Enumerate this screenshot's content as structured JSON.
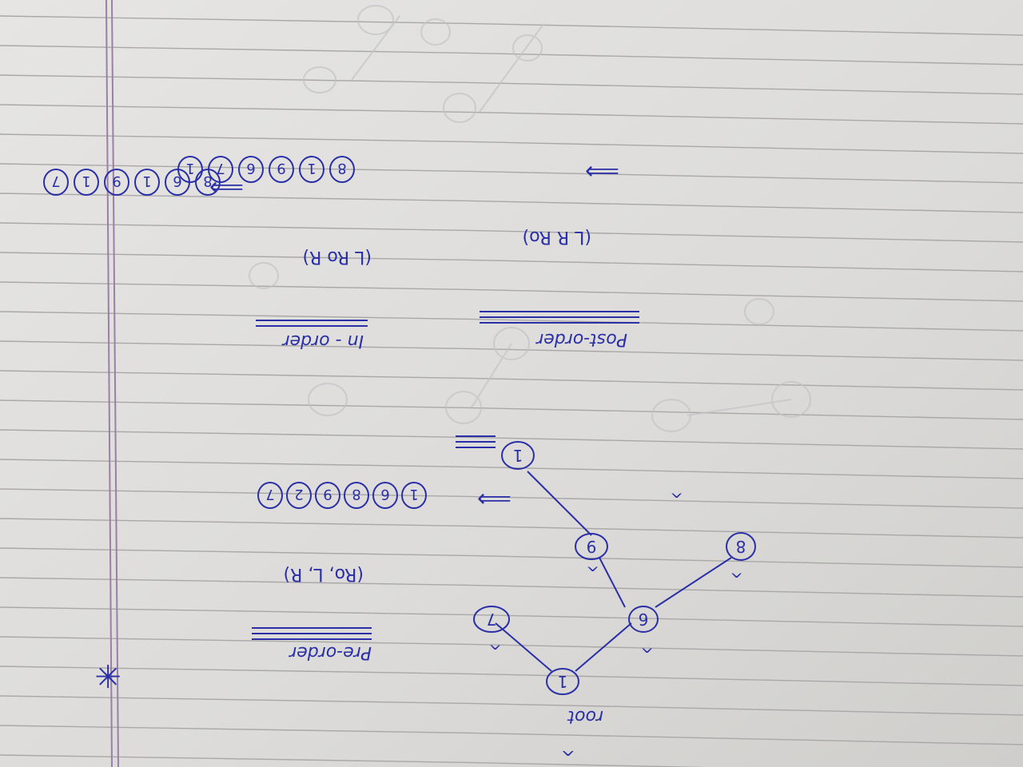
{
  "colors": {
    "paper": "#dedddb",
    "paper_shadow": "#c4c3c0",
    "rule_line": "#a9a8a6",
    "margin_line": "#9a7fa6",
    "ink": "#2a2fa8",
    "ghost_ink": "#bdbcc2"
  },
  "notes": {
    "root_label": "root",
    "star": "✳",
    "preorder": {
      "heading": "Pre-order",
      "rule": "(Ro, L, R)",
      "arrow": "⟹",
      "sequence": [
        "1",
        "6",
        "8",
        "9",
        "2",
        "7"
      ]
    },
    "inorder": {
      "heading": "In - order",
      "rule": "(L Ro R)",
      "arrow": "⟹",
      "sequence": [
        "8",
        "6",
        "1",
        "9",
        "1",
        "7"
      ]
    },
    "postorder": {
      "heading": "Post-order",
      "rule": "(L R Ro)",
      "arrow": "⟹",
      "sequence": [
        "8",
        "1",
        "9",
        "6",
        "7",
        "1"
      ]
    }
  },
  "tree": {
    "nodes": {
      "root": "1",
      "left": "6",
      "right": "7",
      "left_left": "8",
      "left_right": "9",
      "left_right_right": "1"
    }
  }
}
